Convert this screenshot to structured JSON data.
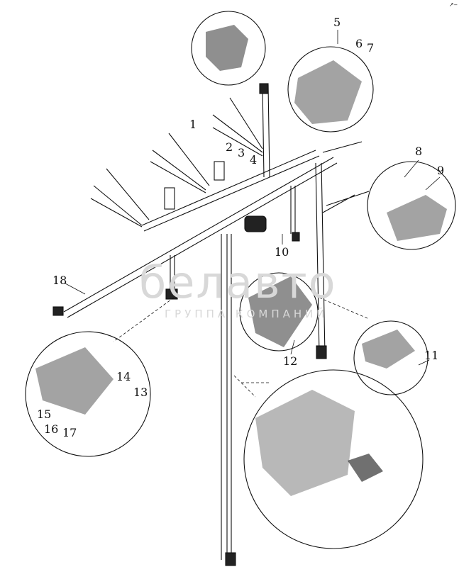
{
  "diagram": {
    "type": "exploded parts diagram - engine wiring harness",
    "callouts": [
      "1",
      "2",
      "3",
      "4",
      "5",
      "6",
      "7",
      "8",
      "9",
      "10",
      "11",
      "12",
      "13",
      "14",
      "15",
      "16",
      "17",
      "18"
    ],
    "watermark": {
      "main": "белавто",
      "sub": "ГРУППА КОМПАНИЙ"
    },
    "corner_mark": "↗‒",
    "line_color": "#111111",
    "watermark_color": "#d8d8d8"
  }
}
